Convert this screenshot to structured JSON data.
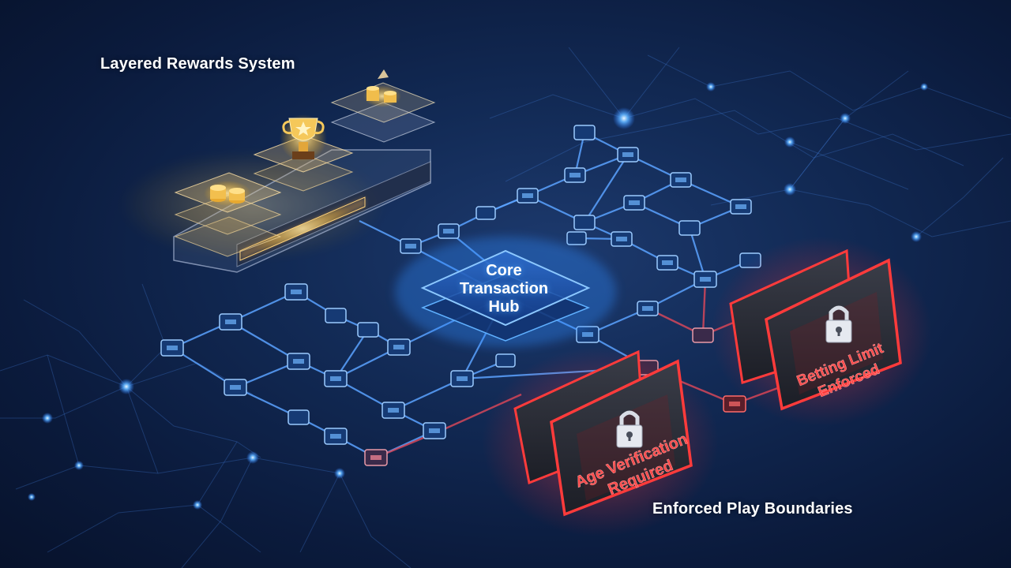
{
  "labels": {
    "rewards_system": "Layered Rewards System",
    "play_boundaries": "Enforced Play Boundaries"
  },
  "hub": {
    "lines": [
      "Core",
      "Transaction",
      "Hub"
    ]
  },
  "barriers": {
    "age": {
      "lines": [
        "Age Verification",
        "Required"
      ],
      "icon": "padlock-icon"
    },
    "limit": {
      "lines": [
        "Betting Limit",
        "Enforced"
      ],
      "icon": "padlock-icon"
    }
  },
  "reward_tiers": [
    {
      "icon": "coin-stack-icon"
    },
    {
      "icon": "trophy-icon"
    },
    {
      "icon": "coin-stack-icon"
    }
  ],
  "colors": {
    "background": "#0b1b3d",
    "network_blue": "#3d8bff",
    "hub_glow": "#4aa3ff",
    "barrier_red": "#ff3b3b",
    "reward_gold": "#ffc24a"
  }
}
